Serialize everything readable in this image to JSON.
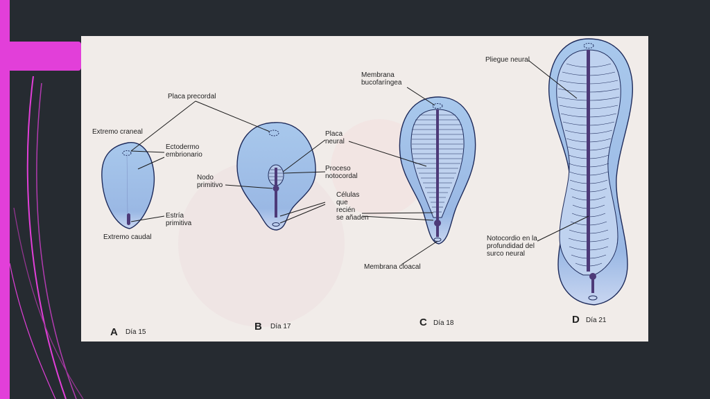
{
  "colors": {
    "background": "#262b31",
    "accent": "#e23fd9",
    "embryo_fill": "#9ec0e6",
    "embryo_stroke": "#1d2a5a",
    "notochord": "#4d3a78"
  },
  "panels": [
    {
      "letter": "A",
      "day": "Día 15"
    },
    {
      "letter": "B",
      "day": "Día 17"
    },
    {
      "letter": "C",
      "day": "Día 18"
    },
    {
      "letter": "D",
      "day": "Día 21"
    }
  ],
  "labels": {
    "placa_precordal": "Placa precordal",
    "extremo_craneal": "Extremo craneal",
    "ectodermo": "Ectodermo\nembrionario",
    "estria": "Estría\nprimitiva",
    "extremo_caudal": "Extremo caudal",
    "nodo": "Nodo\nprimitivo",
    "placa_neural": "Placa\nneural",
    "proceso": "Proceso\nnotocordal",
    "celulas": "Células\nque\nrecién\nse añaden",
    "membrana_buco": "Membrana\nbucofaríngea",
    "membrana_cloacal": "Membrana cloacal",
    "pliegue": "Pliegue neural",
    "notocordio": "Notocordio en la\nprofundidad del\nsurco neural"
  }
}
